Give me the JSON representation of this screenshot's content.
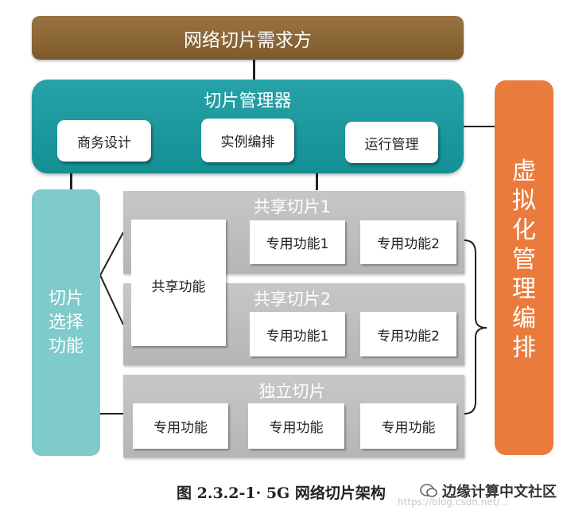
{
  "top_bar": {
    "label": "网络切片需求方"
  },
  "manager": {
    "title": "切片管理器",
    "boxes": [
      "商务设计",
      "实例编排",
      "运行管理"
    ]
  },
  "orchestration": {
    "label": [
      "虚",
      "拟",
      "化",
      "管",
      "理",
      "编",
      "排"
    ]
  },
  "selection": {
    "label": [
      "切片",
      "选择",
      "功能"
    ]
  },
  "shared_function": {
    "label": "共享功能"
  },
  "shared_slice_1": {
    "title": "共享切片1",
    "funcs": [
      "专用功能1",
      "专用功能2"
    ]
  },
  "shared_slice_2": {
    "title": "共享切片2",
    "funcs": [
      "专用功能1",
      "专用功能2"
    ]
  },
  "independent_slice": {
    "title": "独立切片",
    "funcs": [
      "专用功能",
      "专用功能",
      "专用功能"
    ]
  },
  "caption": {
    "text": "图 2.3.2-1· 5G 网络切片架构"
  },
  "watermark": {
    "text": "边缘计算中文社区",
    "faint": "https://blog.csdn.net/..."
  }
}
